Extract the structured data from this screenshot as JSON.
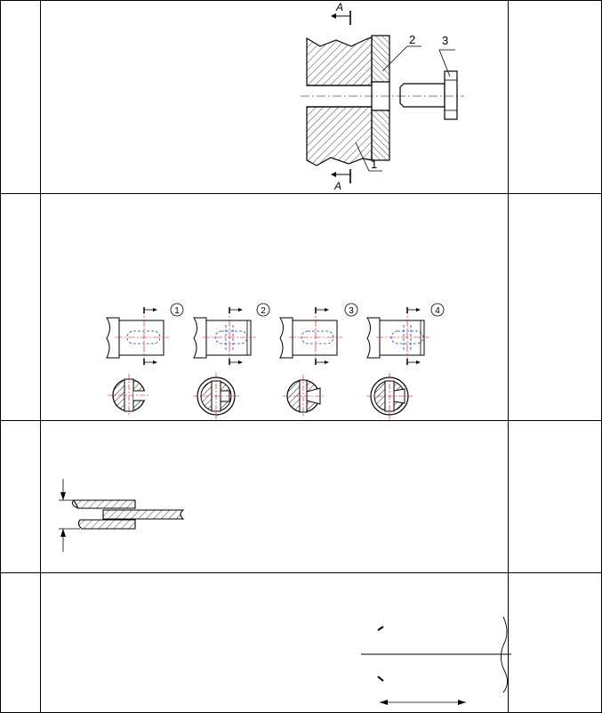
{
  "fig1": {
    "section_letter_top": "A",
    "section_letter_bottom": "A",
    "part_1": "1",
    "part_2": "2",
    "part_3": "3"
  },
  "fig2": {
    "options": [
      {
        "number": "1"
      },
      {
        "number": "2"
      },
      {
        "number": "3"
      },
      {
        "number": "4"
      }
    ]
  },
  "colors": {
    "line": "#000000",
    "centerline": "#e00000",
    "hidden": "#2040c0"
  }
}
